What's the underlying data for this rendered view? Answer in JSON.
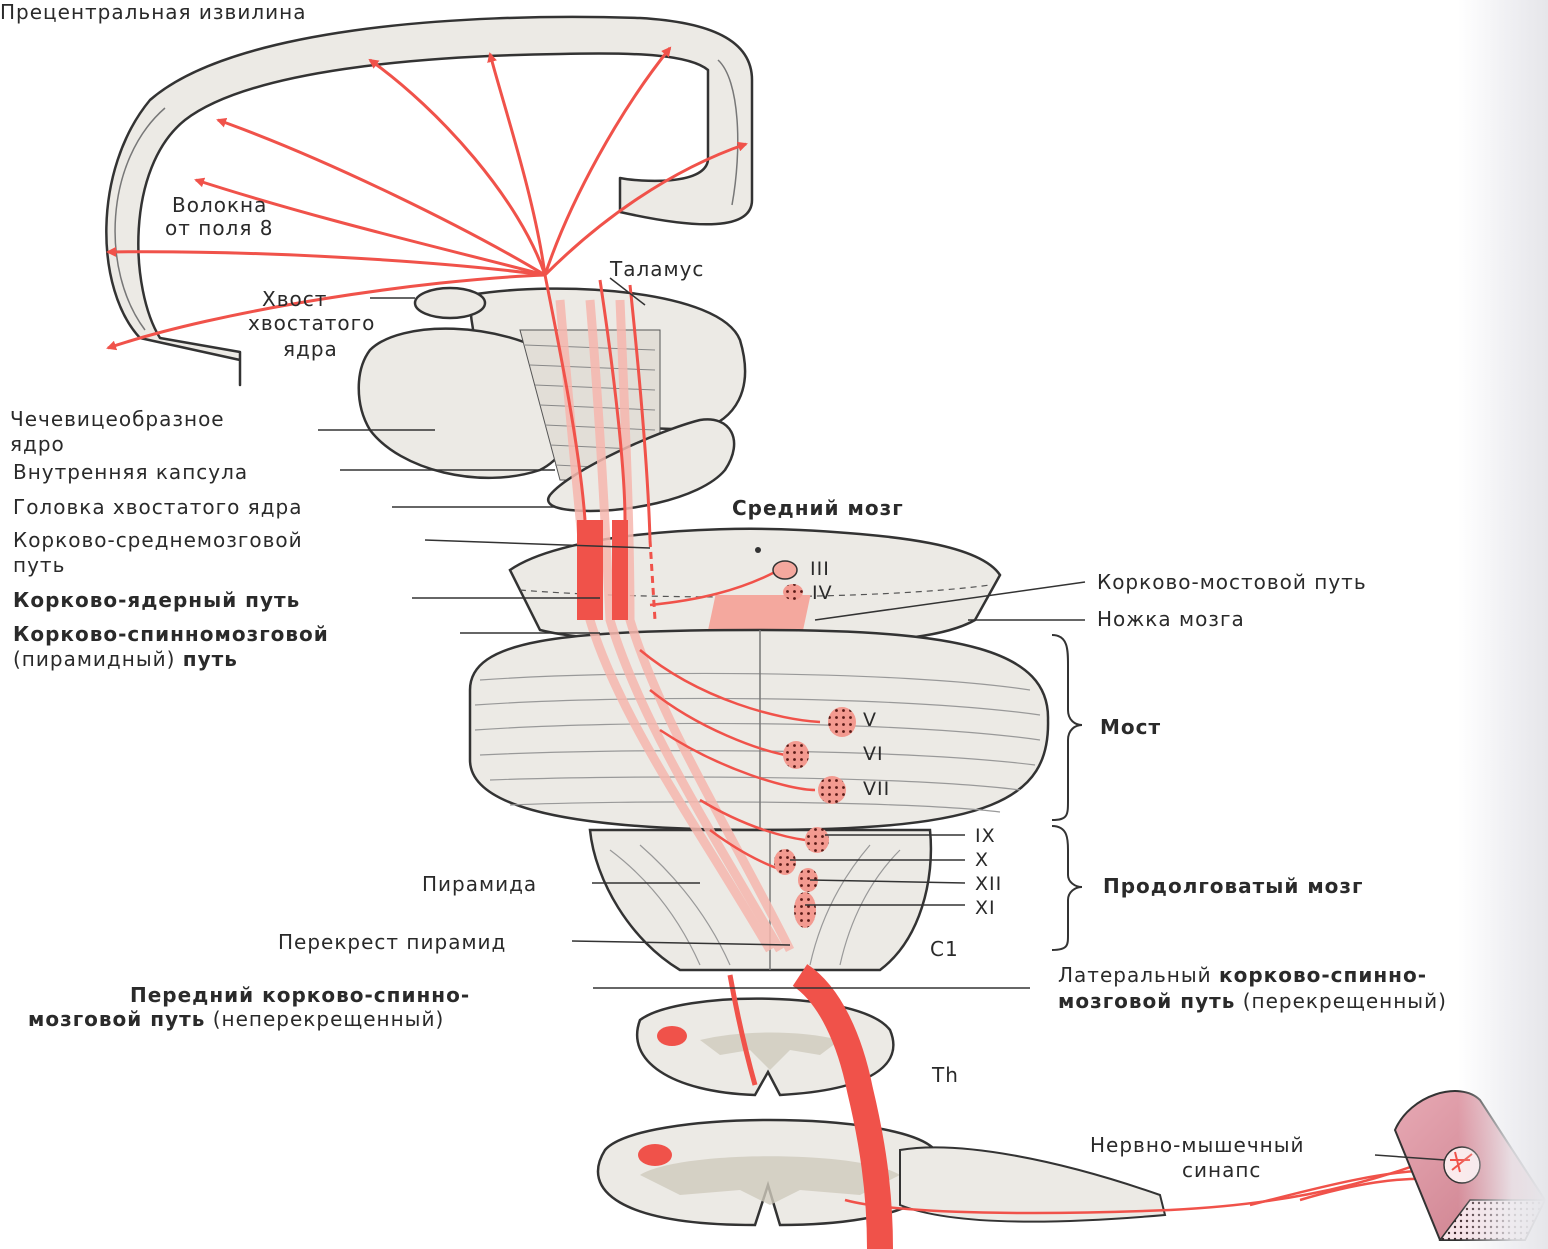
{
  "colors": {
    "tract": "#f0524a",
    "tract_light": "#f6b7ae",
    "tissue": "#ecebe6",
    "outline": "#333333",
    "label": "#2a2a2a"
  },
  "labels": {
    "precentral": "Прецентральная извилина",
    "fibers_line1": "Волокна",
    "fibers_line2": "от поля 8",
    "thalamus": "Таламус",
    "caudate_tail_1": "Хвост",
    "caudate_tail_2": "хвостатого",
    "caudate_tail_3": "ядра",
    "lentiform_1": "Чечевицеобразное",
    "lentiform_2": "ядро",
    "internal_capsule": "Внутренняя капсула",
    "caudate_head": "Головка хвостатого ядра",
    "corticomesencephalic_1": "Корково-среднемозговой",
    "corticomesencephalic_2": "путь",
    "corticonuclear": "Корково-ядерный путь",
    "corticospinal_1": "Корково-спинномозговой",
    "corticospinal_2_plain": "(пирамидный) ",
    "corticospinal_2_bold": "путь",
    "midbrain": "Средний мозг",
    "corticopontine": "Корково-мостовой путь",
    "cerebral_peduncle": "Ножка мозга",
    "pons": "Мост",
    "medulla": "Продолговатый мозг",
    "pyramid": "Пирамида",
    "pyramid_decussation": "Перекрест пирамид",
    "anterior_tract_1": "Передний корково-спинно-",
    "anterior_tract_2_bold": "мозговой путь",
    "anterior_tract_2_plain": " (неперекрещенный)",
    "lateral_tract_1_plain": "Латеральный ",
    "lateral_tract_1_bold": "корково-спинно-",
    "lateral_tract_2_bold": "мозговой путь",
    "lateral_tract_2_plain": " (перекрещенный)",
    "neuromuscular_1": "Нервно-мышечный",
    "neuromuscular_2": "синапс",
    "level_c1": "С1",
    "level_th": "Th"
  },
  "cranial_nuclei": {
    "III": "III",
    "IV": "IV",
    "V": "V",
    "VI": "VI",
    "VII": "VII",
    "IX": "IX",
    "X": "X",
    "XII": "XII",
    "XI": "XI"
  }
}
